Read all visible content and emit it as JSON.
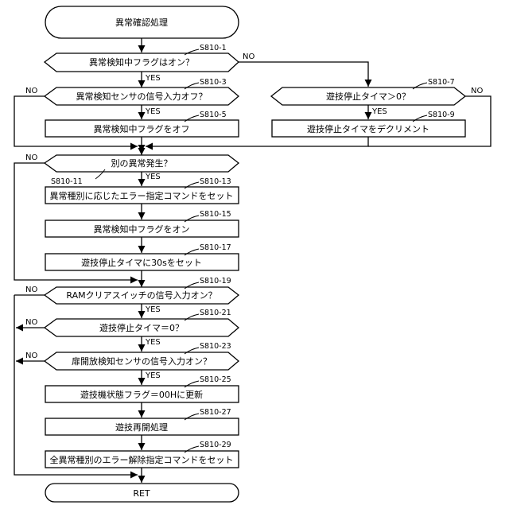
{
  "flowchart": {
    "start_label": "異常確認処理",
    "end_label": "RET",
    "yes_label": "YES",
    "no_label": "NO",
    "steps": {
      "s1": {
        "id": "S810-1",
        "text": "異常検知中フラグはオン？"
      },
      "s3": {
        "id": "S810-3",
        "text": "異常検知センサの信号入力オフ？"
      },
      "s5": {
        "id": "S810-5",
        "text": "異常検知中フラグをオフ"
      },
      "s7": {
        "id": "S810-7",
        "text": "遊技停止タイマ＞0？"
      },
      "s9": {
        "id": "S810-9",
        "text": "遊技停止タイマをデクリメント"
      },
      "s11": {
        "id": "S810-11",
        "text": "別の異常発生？"
      },
      "s13": {
        "id": "S810-13",
        "text": "異常種別に応じたエラー指定コマンドをセット"
      },
      "s15": {
        "id": "S810-15",
        "text": "異常検知中フラグをオン"
      },
      "s17": {
        "id": "S810-17",
        "text": "遊技停止タイマに30sをセット"
      },
      "s19": {
        "id": "S810-19",
        "text": "RAMクリアスイッチの信号入力オン？"
      },
      "s21": {
        "id": "S810-21",
        "text": "遊技停止タイマ＝0？"
      },
      "s23": {
        "id": "S810-23",
        "text": "扉開放検知センサの信号入力オン？"
      },
      "s25": {
        "id": "S810-25",
        "text": "遊技機状態フラグ＝00Hに更新"
      },
      "s27": {
        "id": "S810-27",
        "text": "遊技再開処理"
      },
      "s29": {
        "id": "S810-29",
        "text": "全異常種別のエラー解除指定コマンドをセット"
      }
    }
  }
}
